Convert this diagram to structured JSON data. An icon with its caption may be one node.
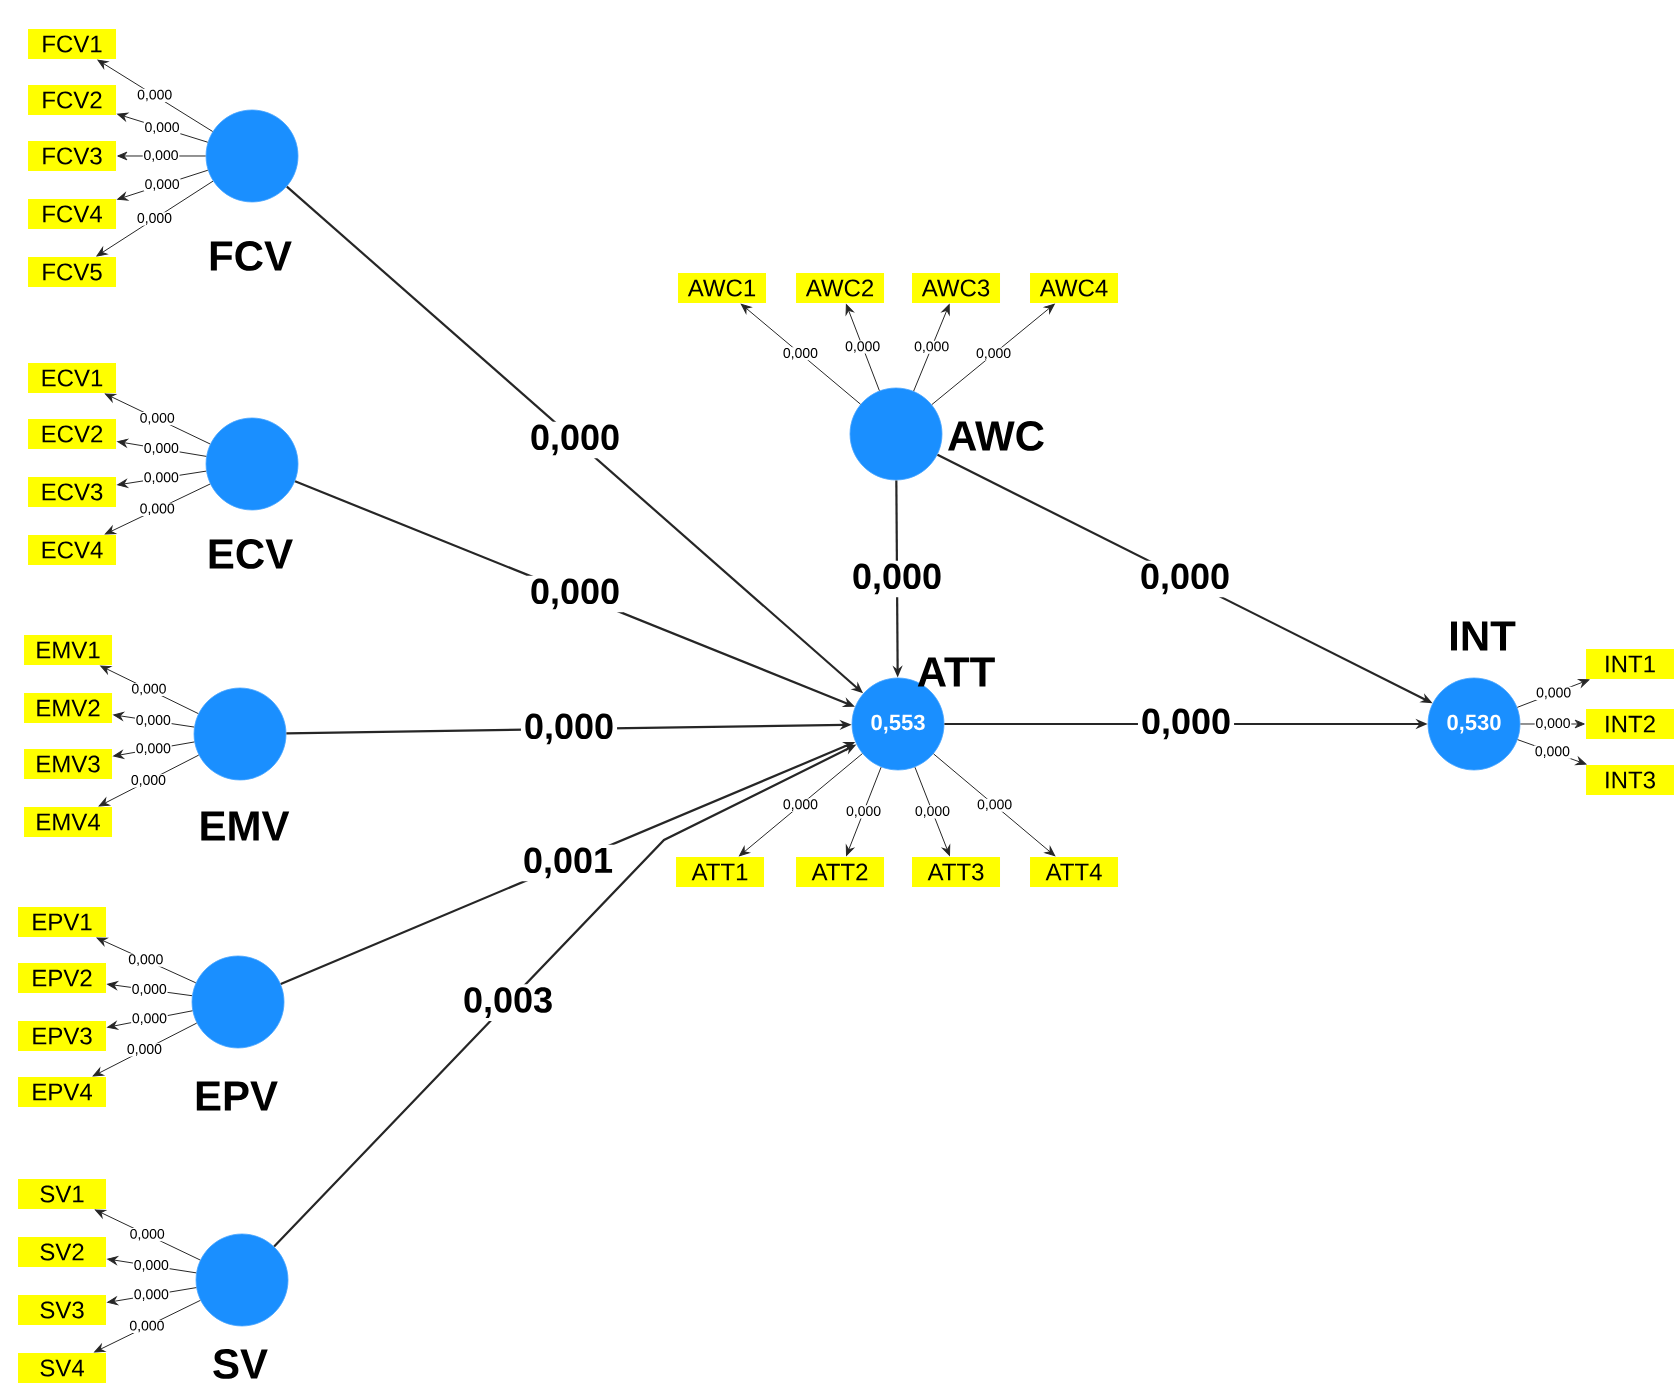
{
  "diagram": {
    "nodes": [
      {
        "text": [
          "FCV"
        ]
      },
      {
        "text": [
          "FCV1"
        ]
      },
      {
        "text": [
          "FCV2"
        ]
      },
      {
        "text": [
          "FCV3"
        ]
      },
      {
        "text": [
          "FCV4"
        ]
      },
      {
        "text": [
          "FCV5"
        ]
      },
      {
        "text": [
          "ECV"
        ]
      },
      {
        "text": [
          "ECV1"
        ]
      },
      {
        "text": [
          "ECV2"
        ]
      },
      {
        "text": [
          "ECV3"
        ]
      },
      {
        "text": [
          "ECV4"
        ]
      },
      {
        "text": [
          "EMV"
        ]
      },
      {
        "text": [
          "EMV1"
        ]
      },
      {
        "text": [
          "EMV2"
        ]
      },
      {
        "text": [
          "EMV3"
        ]
      },
      {
        "text": [
          "EMV4"
        ]
      },
      {
        "text": [
          "EPV"
        ]
      },
      {
        "text": [
          "EPV1"
        ]
      },
      {
        "text": [
          "EPV2"
        ]
      },
      {
        "text": [
          "EPV3"
        ]
      },
      {
        "text": [
          "EPV4"
        ]
      },
      {
        "text": [
          "SV"
        ]
      },
      {
        "text": [
          "SV1"
        ]
      },
      {
        "text": [
          "SV2"
        ]
      },
      {
        "text": [
          "SV3"
        ]
      },
      {
        "text": [
          "SV4"
        ]
      },
      {
        "text": [
          "AWC"
        ]
      },
      {
        "text": [
          "AWC1"
        ]
      },
      {
        "text": [
          "AWC2"
        ]
      },
      {
        "text": [
          "AWC3"
        ]
      },
      {
        "text": [
          "AWC4"
        ]
      },
      {
        "text": [
          "ATT",
          "0,553"
        ]
      },
      {
        "text": [
          "ATT1"
        ]
      },
      {
        "text": [
          "ATT2"
        ]
      },
      {
        "text": [
          "ATT3"
        ]
      },
      {
        "text": [
          "ATT4"
        ]
      },
      {
        "text": [
          "INT",
          "0,530"
        ]
      },
      {
        "text": [
          "INT1"
        ]
      },
      {
        "text": [
          "INT2"
        ]
      },
      {
        "text": [
          "INT3"
        ]
      }
    ],
    "edges": [
      {
        "from": 0,
        "to": 1,
        "arrow": "to",
        "label": "0,000"
      },
      {
        "from": 0,
        "to": 2,
        "arrow": "to",
        "label": "0,000"
      },
      {
        "from": 0,
        "to": 3,
        "arrow": "to",
        "label": "0,000"
      },
      {
        "from": 0,
        "to": 4,
        "arrow": "to",
        "label": "0,000"
      },
      {
        "from": 0,
        "to": 5,
        "arrow": "to",
        "label": "0,000"
      },
      {
        "from": 6,
        "to": 7,
        "arrow": "to",
        "label": "0,000"
      },
      {
        "from": 6,
        "to": 8,
        "arrow": "to",
        "label": "0,000"
      },
      {
        "from": 6,
        "to": 9,
        "arrow": "to",
        "label": "0,000"
      },
      {
        "from": 6,
        "to": 10,
        "arrow": "to",
        "label": "0,000"
      },
      {
        "from": 11,
        "to": 12,
        "arrow": "to",
        "label": "0,000"
      },
      {
        "from": 11,
        "to": 13,
        "arrow": "to",
        "label": "0,000"
      },
      {
        "from": 11,
        "to": 14,
        "arrow": "to",
        "label": "0,000"
      },
      {
        "from": 11,
        "to": 15,
        "arrow": "to",
        "label": "0,000"
      },
      {
        "from": 16,
        "to": 17,
        "arrow": "to",
        "label": "0,000"
      },
      {
        "from": 16,
        "to": 18,
        "arrow": "to",
        "label": "0,000"
      },
      {
        "from": 16,
        "to": 19,
        "arrow": "to",
        "label": "0,000"
      },
      {
        "from": 16,
        "to": 20,
        "arrow": "to",
        "label": "0,000"
      },
      {
        "from": 21,
        "to": 22,
        "arrow": "to",
        "label": "0,000"
      },
      {
        "from": 21,
        "to": 23,
        "arrow": "to",
        "label": "0,000"
      },
      {
        "from": 21,
        "to": 24,
        "arrow": "to",
        "label": "0,000"
      },
      {
        "from": 21,
        "to": 25,
        "arrow": "to",
        "label": "0,000"
      },
      {
        "from": 26,
        "to": 27,
        "arrow": "to",
        "label": "0,000"
      },
      {
        "from": 26,
        "to": 28,
        "arrow": "to",
        "label": "0,000"
      },
      {
        "from": 26,
        "to": 29,
        "arrow": "to",
        "label": "0,000"
      },
      {
        "from": 26,
        "to": 30,
        "arrow": "to",
        "label": "0,000"
      },
      {
        "from": 31,
        "to": 32,
        "arrow": "to",
        "label": "0,000"
      },
      {
        "from": 31,
        "to": 33,
        "arrow": "to",
        "label": "0,000"
      },
      {
        "from": 31,
        "to": 34,
        "arrow": "to",
        "label": "0,000"
      },
      {
        "from": 31,
        "to": 35,
        "arrow": "to",
        "label": "0,000"
      },
      {
        "from": 36,
        "to": 37,
        "arrow": "to",
        "label": "0,000"
      },
      {
        "from": 36,
        "to": 38,
        "arrow": "to",
        "label": "0,000"
      },
      {
        "from": 36,
        "to": 39,
        "arrow": "to",
        "label": "0,000"
      },
      {
        "from": 0,
        "to": 31,
        "arrow": "to",
        "label": "0,000"
      },
      {
        "from": 6,
        "to": 31,
        "arrow": "to",
        "label": "0,000"
      },
      {
        "from": 11,
        "to": 31,
        "arrow": "to",
        "label": "0,000"
      },
      {
        "from": 16,
        "to": 31,
        "arrow": "to",
        "label": "0,001"
      },
      {
        "from": 21,
        "to": 31,
        "arrow": "to",
        "label": "0,003"
      },
      {
        "from": 26,
        "to": 31,
        "arrow": "to",
        "label": "0,000"
      },
      {
        "from": 26,
        "to": 36,
        "arrow": "to",
        "label": "0,000"
      },
      {
        "from": 31,
        "to": 36,
        "arrow": "to",
        "label": "0,000"
      }
    ]
  }
}
